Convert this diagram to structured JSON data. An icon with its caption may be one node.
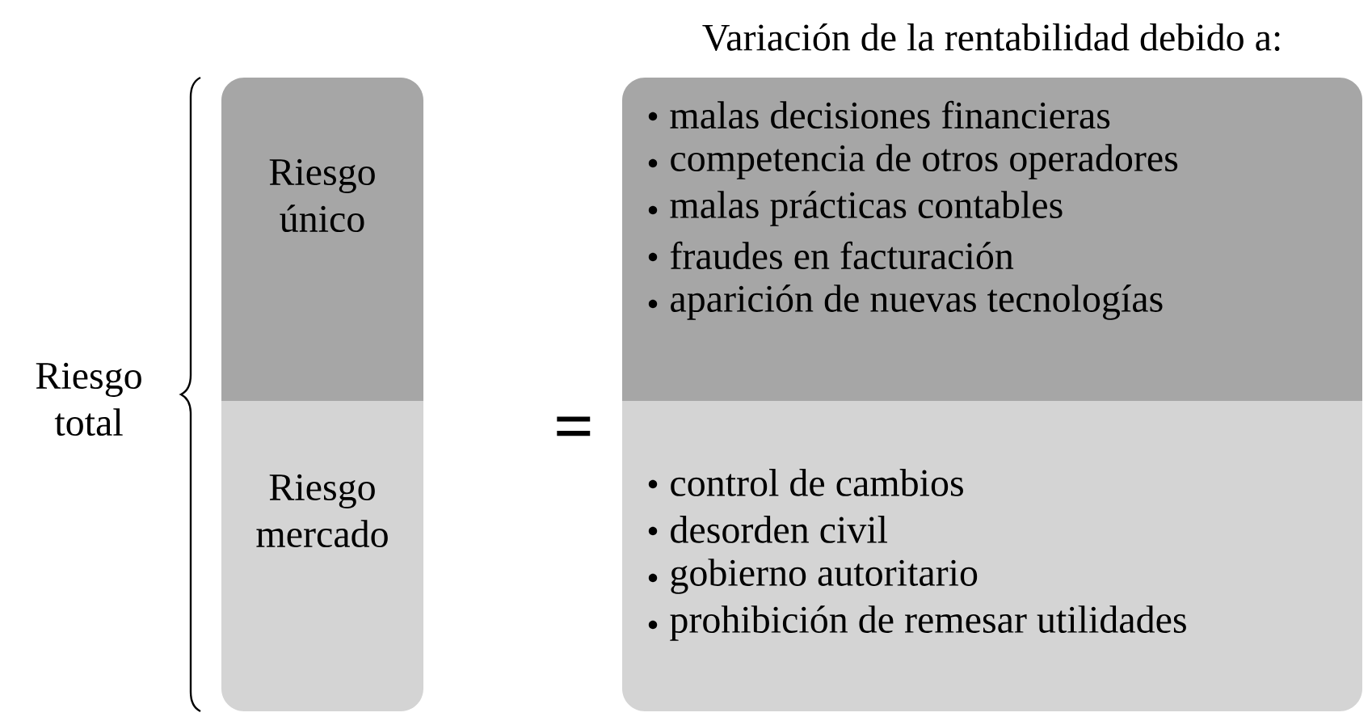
{
  "diagram": {
    "title": "Variación de la rentabilidad debido a:",
    "nodes": [
      {
        "text": [
          "Riesgo único"
        ]
      },
      {
        "text": [
          "Riesgo mercado"
        ]
      },
      {
        "text": [
          "malas decisiones financieras",
          "competencia de otros operadores",
          "malas prácticas contables",
          "fraudes en facturación",
          "aparición de nuevas tecnologías"
        ]
      },
      {
        "text": [
          "control de cambios",
          "desorden civil",
          "gobierno autoritario",
          "prohibición de remesar utilidades"
        ]
      }
    ],
    "labels": [
      "Riesgo total",
      "="
    ]
  }
}
